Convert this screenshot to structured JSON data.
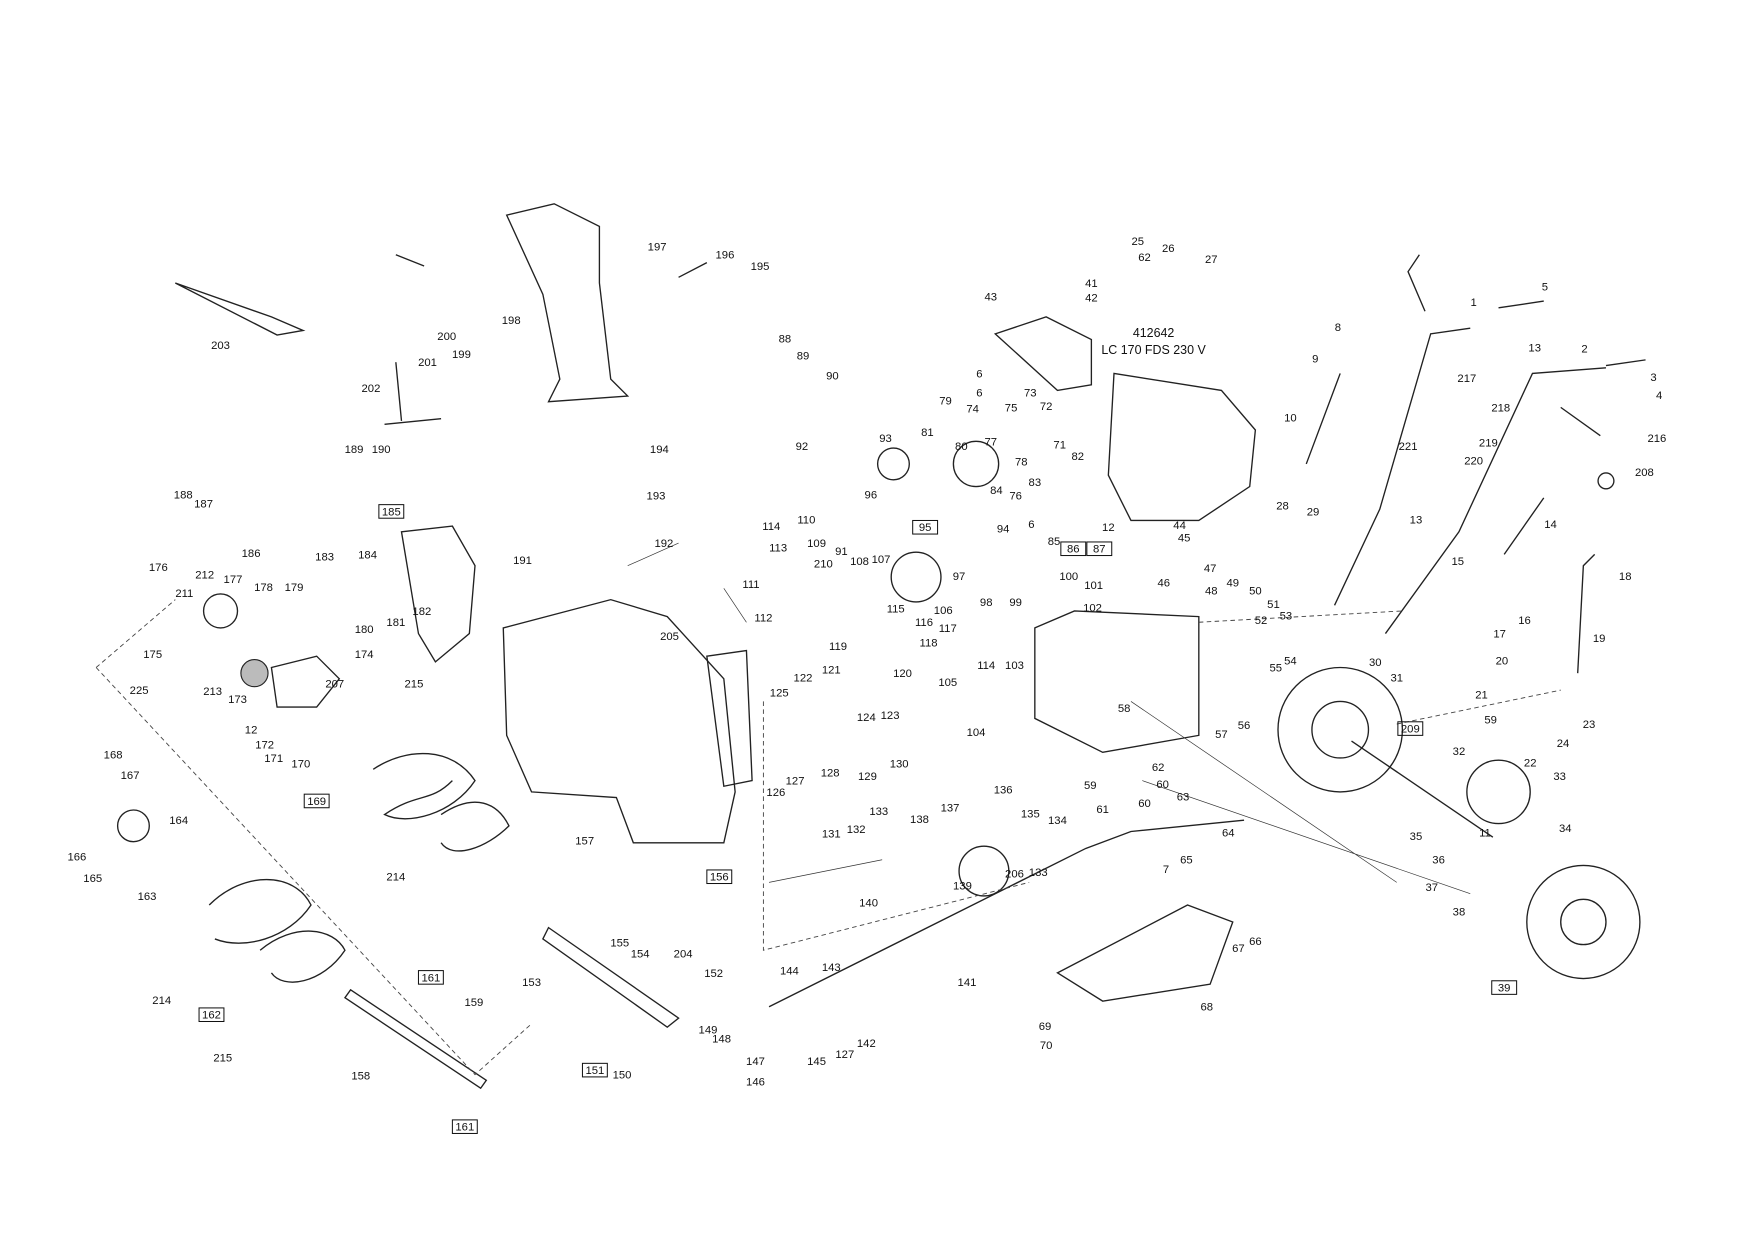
{
  "title": "Snow thrower exploded parts diagram",
  "engine": {
    "model_code": "412642",
    "model_name": "LC 170 FDS 230 V"
  },
  "labels": [
    "203",
    "197",
    "196",
    "195",
    "198",
    "200",
    "201",
    "199",
    "202",
    "189",
    "190",
    "194",
    "193",
    "192",
    "191",
    "205",
    "188",
    "187",
    "186",
    "185",
    "183",
    "184",
    "179",
    "180",
    "181",
    "182",
    "176",
    "212",
    "177",
    "178",
    "211",
    "175",
    "213",
    "173",
    "174",
    "207",
    "225",
    "12",
    "172",
    "171",
    "170",
    "215",
    "169",
    "168",
    "167",
    "166",
    "165",
    "164",
    "163",
    "214",
    "157",
    "156",
    "155",
    "154",
    "204",
    "153",
    "152",
    "161",
    "159",
    "214",
    "162",
    "215",
    "158",
    "161",
    "151",
    "150",
    "149",
    "148",
    "147",
    "146",
    "145",
    "144",
    "143",
    "142",
    "127",
    "141",
    "88",
    "89",
    "90",
    "92",
    "93",
    "96",
    "95",
    "81",
    "80",
    "79",
    "74",
    "6",
    "6",
    "73",
    "75",
    "72",
    "77",
    "78",
    "84",
    "76",
    "83",
    "6",
    "71",
    "82",
    "85",
    "86",
    "87",
    "12",
    "94",
    "97",
    "98",
    "99",
    "100",
    "101",
    "102",
    "114",
    "110",
    "113",
    "109",
    "210",
    "91",
    "108",
    "107",
    "111",
    "112",
    "115",
    "116",
    "117",
    "118",
    "119",
    "120",
    "106",
    "121",
    "122",
    "125",
    "124",
    "123",
    "105",
    "114",
    "103",
    "104",
    "129",
    "130",
    "128",
    "126",
    "127",
    "131",
    "132",
    "133",
    "136",
    "137",
    "138",
    "135",
    "134",
    "139",
    "140",
    "206",
    "133",
    "43",
    "41",
    "42",
    "25",
    "62",
    "26",
    "27",
    "44",
    "45",
    "46",
    "47",
    "48",
    "49",
    "50",
    "51",
    "52",
    "53",
    "54",
    "55",
    "56",
    "57",
    "58",
    "59",
    "61",
    "60",
    "62",
    "60",
    "63",
    "64",
    "65",
    "7",
    "66",
    "67",
    "68",
    "69",
    "70",
    "28",
    "29",
    "30",
    "31",
    "1",
    "5",
    "8",
    "9",
    "10",
    "217",
    "218",
    "219",
    "220",
    "221",
    "2",
    "3",
    "4",
    "13",
    "216",
    "208",
    "13",
    "14",
    "15",
    "16",
    "17",
    "18",
    "19",
    "20",
    "21",
    "23",
    "24",
    "59",
    "22",
    "209",
    "32",
    "33",
    "34",
    "35",
    "11",
    "36",
    "37",
    "38",
    "39"
  ]
}
